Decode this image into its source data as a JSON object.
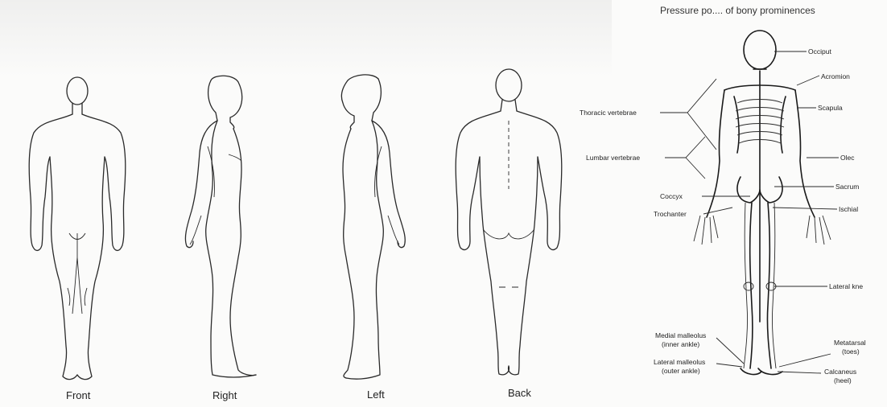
{
  "title": "Pressure po.... of bony prominences",
  "views": {
    "front": "Front",
    "right": "Right",
    "left": "Left",
    "back": "Back"
  },
  "bony_prominences": {
    "occiput": "Occiput",
    "acromion": "Acromion",
    "thoracic": "Thoracic vertebrae",
    "scapula": "Scapula",
    "lumbar": "Lumbar vertebrae",
    "olec": "Olec",
    "sacrum": "Sacrum",
    "coccyx": "Coccyx",
    "ischial": "Ischial",
    "trochanter": "Trochanter",
    "lateral_knee": "Lateral kne",
    "medial_malleolus_1": "Medial malleolus",
    "medial_malleolus_2": "(inner ankle)",
    "lateral_malleolus_1": "Lateral malleolus",
    "lateral_malleolus_2": "(outer ankle)",
    "metatarsal_1": "Metatarsal",
    "metatarsal_2": "(toes)",
    "calcaneus_1": "Calcaneus",
    "calcaneus_2": "(heel)"
  }
}
